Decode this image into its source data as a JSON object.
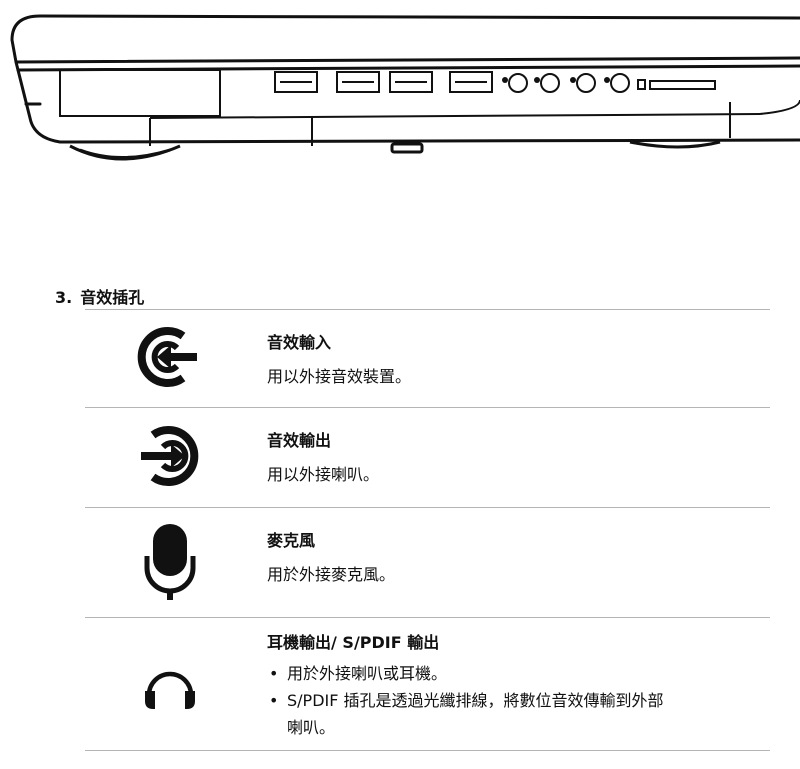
{
  "section": {
    "number": "3.",
    "title": "音效插孔"
  },
  "ports": [
    {
      "icon": "audio-in-icon",
      "title": "音效輸入",
      "description": "用以外接音效裝置。"
    },
    {
      "icon": "audio-out-icon",
      "title": "音效輸出",
      "description": "用以外接喇叭。"
    },
    {
      "icon": "microphone-icon",
      "title": "麥克風",
      "description": "用於外接麥克風。"
    },
    {
      "icon": "headphone-icon",
      "title": "耳機輸出/ S/PDIF 輸出",
      "bullets": [
        "用於外接喇叭或耳機。",
        "S/PDIF 插孔是透過光纖排線，將數位音效傳輸到外部",
        "喇叭。"
      ]
    }
  ],
  "colors": {
    "ink": "#111111",
    "rule": "#b5b5b5",
    "background": "#ffffff"
  }
}
